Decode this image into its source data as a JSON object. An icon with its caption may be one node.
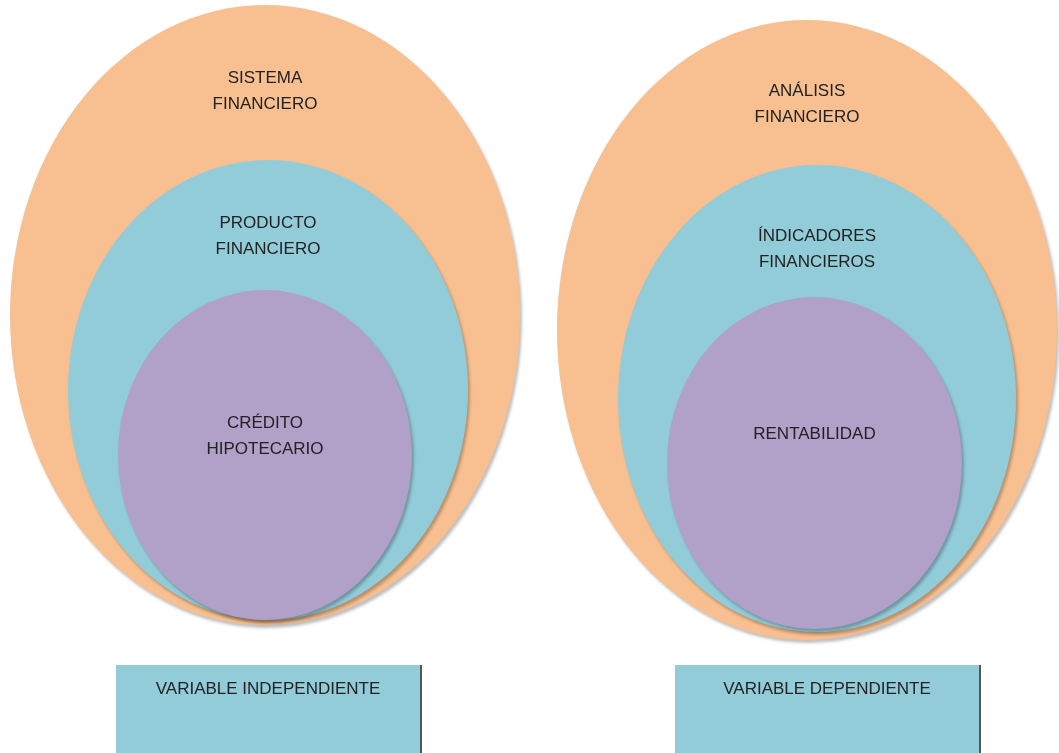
{
  "diagram": {
    "nodes": [
      {
        "text": [
          "SISTEMA FINANCIERO"
        ]
      },
      {
        "text": [
          "PRODUCTO FINANCIERO"
        ],
        "in": 0
      },
      {
        "text": [
          "CRÉDITO HIPOTECARIO"
        ],
        "in": 1
      },
      {
        "text": [
          "ANÁLISIS FINANCIERO"
        ]
      },
      {
        "text": [
          "ÍNDICADORES FINANCIEROS"
        ],
        "in": 3
      },
      {
        "text": [
          "RENTABILIDAD"
        ],
        "in": 4
      },
      {
        "text": [
          "VARIABLE INDEPENDIENTE"
        ]
      },
      {
        "text": [
          "VARIABLE DEPENDIENTE"
        ]
      }
    ],
    "edges": []
  }
}
